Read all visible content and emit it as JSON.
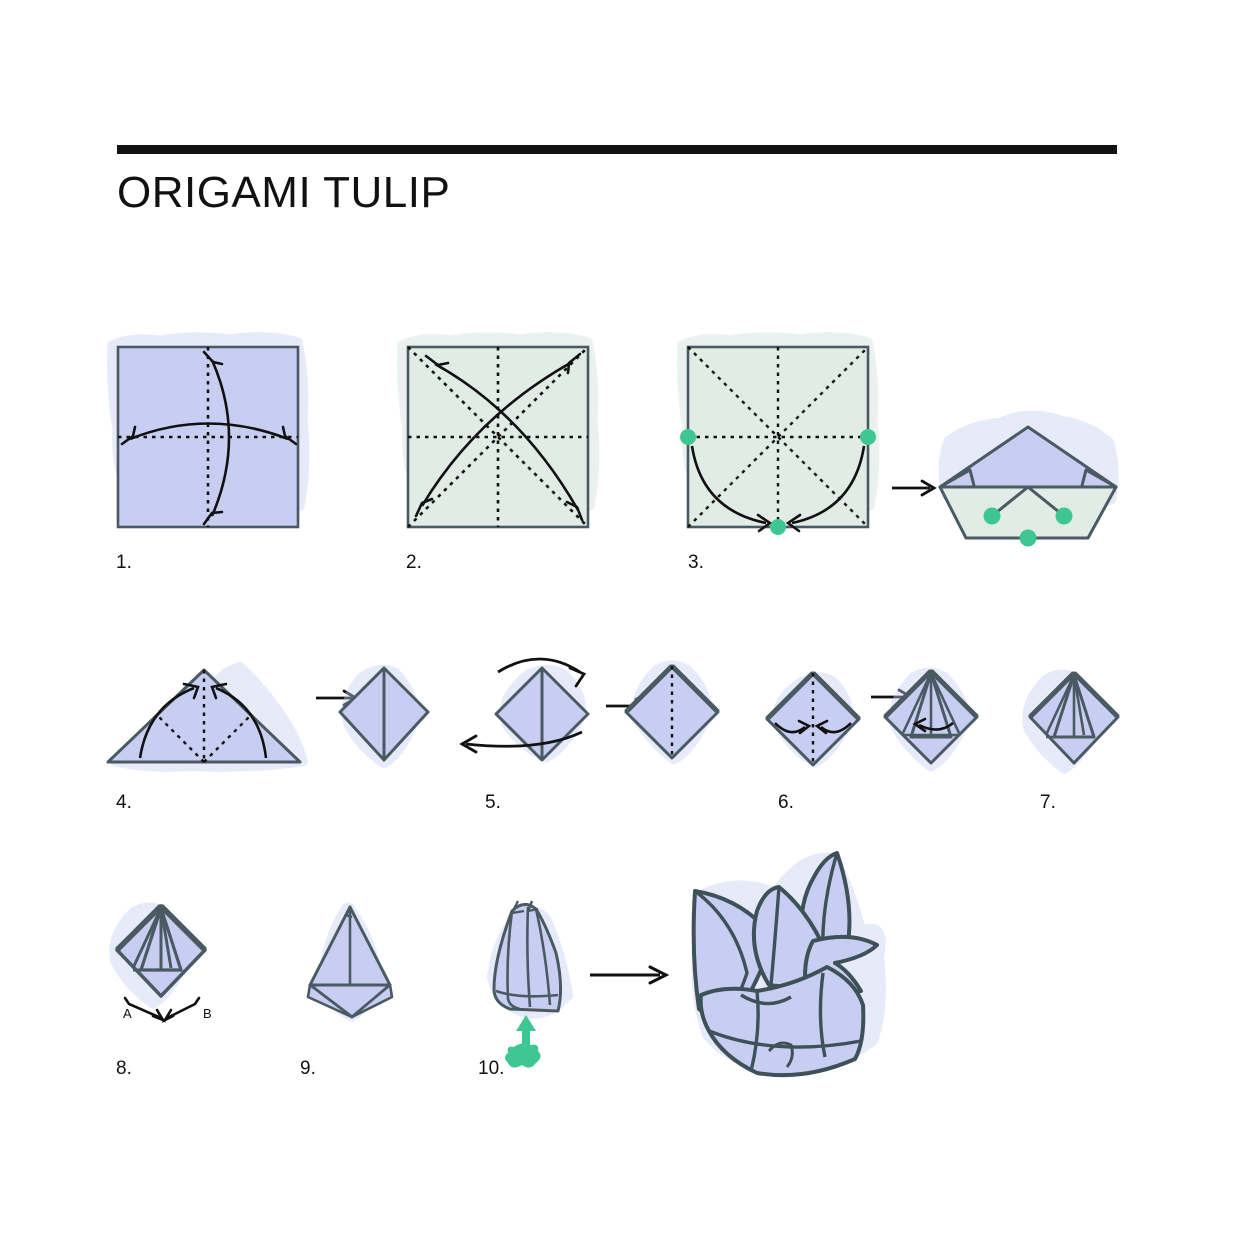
{
  "document": {
    "title": "ORIGAMI TULIP",
    "type": "origami instruction diagram",
    "background_color": "#ffffff"
  },
  "palette": {
    "paper_front": "#c8cef2",
    "paper_back": "#e2ece7",
    "stroke": "#4a5a63",
    "ink": "#111111",
    "marker_green": "#3fc793",
    "sketch_blue": "#c8cef2",
    "sketch_green": "#cfe0d8"
  },
  "steps": [
    {
      "id": 1,
      "label": "1.",
      "figure": "square-front-cross-folds",
      "paper_color": "#c8cef2",
      "fold_lines": [
        "vertical-dotted",
        "horizontal-dotted"
      ],
      "arrows": [
        "vertical-double-curved",
        "horizontal-double-curved"
      ]
    },
    {
      "id": 2,
      "label": "2.",
      "figure": "square-back-diagonal-folds",
      "paper_color": "#e2ece7",
      "fold_lines": [
        "vertical-dotted",
        "horizontal-dotted",
        "diagonal-dotted-tl-br",
        "diagonal-dotted-bl-tr"
      ],
      "arrows": [
        "diagonal-double-curved-tl-br",
        "diagonal-double-curved-bl-tr"
      ]
    },
    {
      "id": 3,
      "label": "3.",
      "figure": "square-collapse-to-preliminary-base",
      "paper_color": "#e2ece7",
      "markers": [
        "left-midpoint",
        "right-midpoint",
        "bottom-midpoint"
      ],
      "marker_color": "#3fc793",
      "arrows": [
        "left-to-bottom-curve",
        "right-to-bottom-curve",
        "result-arrow"
      ],
      "result_figure": "collapsed-base-with-markers"
    },
    {
      "id": 4,
      "label": "4.",
      "figure": "triangle-fold-corners-to-apex",
      "paper_color": "#c8cef2",
      "arrows": [
        "left-up-curve",
        "right-up-curve",
        "result-arrow"
      ],
      "result_figure": "diamond-with-center-line"
    },
    {
      "id": 5,
      "label": "5.",
      "figure": "diamond-turn-over",
      "paper_color": "#c8cef2",
      "arrows": [
        "flip-over-top",
        "flip-over-bottom",
        "result-arrow"
      ],
      "result_figure": "diamond-dotted-center"
    },
    {
      "id": 6,
      "label": "6.",
      "figure": "diamond-fold-sides-to-center",
      "paper_color": "#c8cef2",
      "arrows": [
        "left-in-curve",
        "right-in-curve",
        "result-arrow",
        "fold-flap-curve"
      ],
      "result_figure": "diamond-flaps-folded"
    },
    {
      "id": 7,
      "label": "7.",
      "figure": "diamond-both-flaps-folded",
      "paper_color": "#c8cef2"
    },
    {
      "id": 8,
      "label": "8.",
      "figure": "diamond-tuck-flaps-a-b",
      "paper_color": "#c8cef2",
      "annotations": [
        {
          "text": "A",
          "position": "bottom-left"
        },
        {
          "text": "B",
          "position": "bottom-right"
        }
      ]
    },
    {
      "id": 9,
      "label": "9.",
      "figure": "kite-shape-tucked",
      "paper_color": "#c8cef2"
    },
    {
      "id": 10,
      "label": "10.",
      "figure": "bud-inflate",
      "paper_color": "#c8cef2",
      "blow_arrow": {
        "color": "#3fc793",
        "direction": "up",
        "name": "blow-air-icon"
      },
      "arrows": [
        "result-arrow"
      ],
      "result_figure": "finished-tulip-bloom"
    }
  ],
  "annotations": {
    "label_a": "A",
    "label_b": "B"
  }
}
